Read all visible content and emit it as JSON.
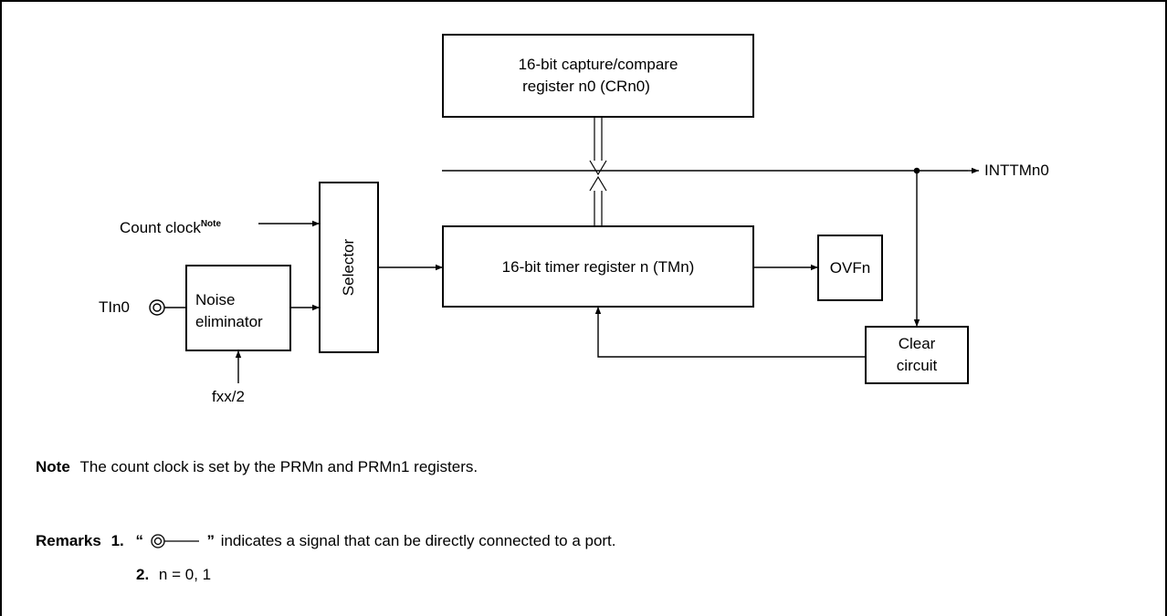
{
  "blocks": {
    "capture_compare": {
      "line1": "16-bit capture/compare",
      "line2": "register n0 (CRn0)"
    },
    "timer_register": "16-bit timer register n (TMn)",
    "selector": "Selector",
    "noise_eliminator": {
      "line1": "Noise",
      "line2": "eliminator"
    },
    "ovf": "OVFn",
    "clear_circuit": {
      "line1": "Clear",
      "line2": "circuit"
    }
  },
  "signals": {
    "count_clock": "Count clock",
    "count_clock_note": "Note",
    "tin0": "TIn0",
    "fxx": "fxx/2",
    "inttm": "INTTMn0"
  },
  "notes": {
    "note_heading": "Note",
    "note_text": "The count clock is set by the PRMn and PRMn1 registers.",
    "remarks_heading": "Remarks",
    "remark1_number": "1.",
    "remark1_open_quote": "“",
    "remark1_close_quote": "”",
    "remark1_text": "indicates a signal that can be directly connected to a port.",
    "remark2_number": "2.",
    "remark2_text": "n = 0, 1"
  }
}
